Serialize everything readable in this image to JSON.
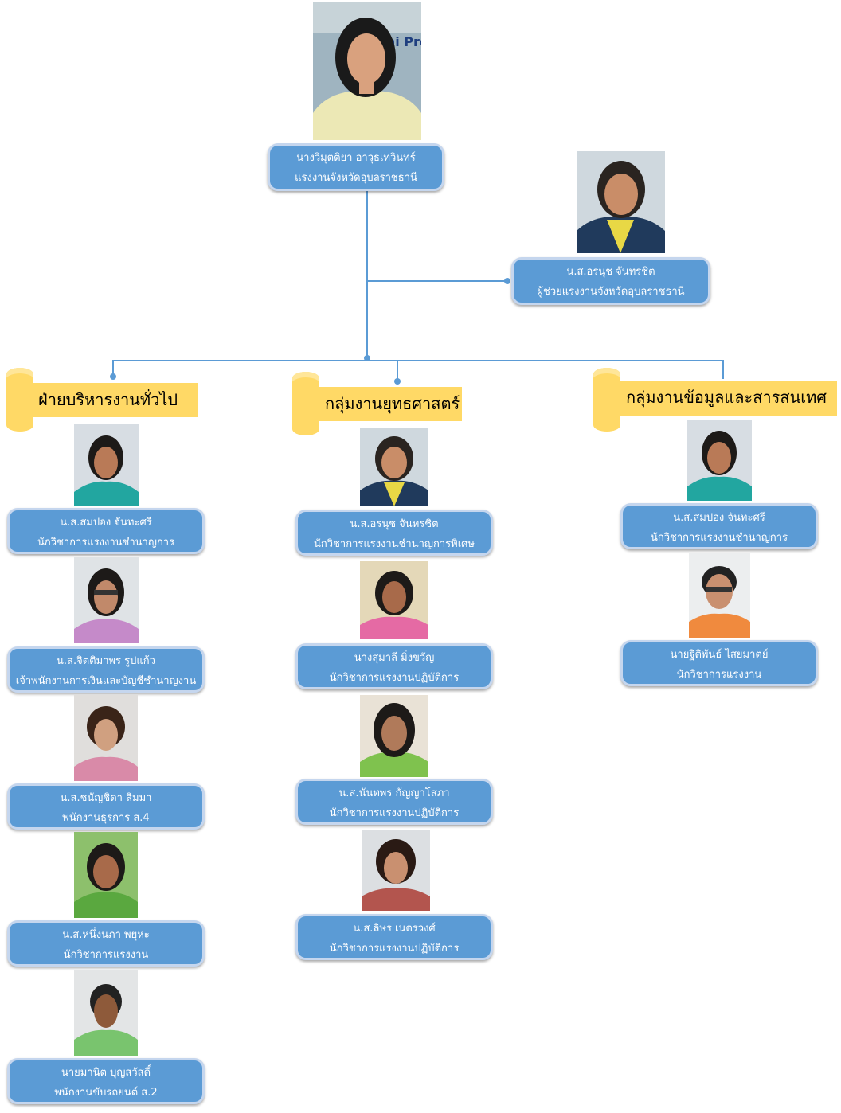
{
  "colors": {
    "card": "#5b9bd5",
    "card_border": "#c5d6ee",
    "banner": "#ffd966",
    "line": "#5b9bd5"
  },
  "top": {
    "name": "นางวิมุตติยา อาวุธเทวินทร์",
    "title": "แรงงานจังหวัดอุบลราชธานี",
    "photo_text": "thani Pro"
  },
  "assistant": {
    "name": "น.ส.อรนุช  จันทรชิต",
    "title": "ผู้ช่วยแรงงานจังหวัดอุบลราชธานี"
  },
  "groups": [
    {
      "label": "ฝ่ายบริหารงานทั่วไป",
      "members": [
        {
          "name": "น.ส.สมปอง  จันทะศรี",
          "title": "นักวิชาการแรงงานชำนาญการ"
        },
        {
          "name": "น.ส.จิตติมาพร  รูปแก้ว",
          "title": "เจ้าพนักงานการเงินและบัญชีชำนาญงาน"
        },
        {
          "name": "น.ส.ชนัญชิดา  สิมมา",
          "title": "พนักงานธุรการ ส.4"
        },
        {
          "name": "น.ส.หนึ่งนภา  พยุหะ",
          "title": "นักวิชาการแรงงาน"
        },
        {
          "name": "นายมานิต บุญสวัสดิ์",
          "title": "พนักงานขับรถยนต์ ส.2"
        }
      ]
    },
    {
      "label": "กลุ่มงานยุทธศาสตร์",
      "members": [
        {
          "name": "น.ส.อรนุช  จันทรชิต",
          "title": "นักวิชาการแรงงานชำนาญการพิเศษ"
        },
        {
          "name": "นางสุมาลี  มิ่งขวัญ",
          "title": "นักวิชาการแรงงานปฏิบัติการ"
        },
        {
          "name": "น.ส.นันทพร  กัญญาโสภา",
          "title": "นักวิชาการแรงงานปฏิบัติการ"
        },
        {
          "name": "น.ส.ลิษร  เนตรวงศ์",
          "title": "นักวิชาการแรงงานปฏิบัติการ"
        }
      ]
    },
    {
      "label": "กลุ่มงานข้อมูลและสารสนเทศ",
      "members": [
        {
          "name": "น.ส.สมปอง  จันทะศรี",
          "title": "นักวิชาการแรงงานชำนาญการ"
        },
        {
          "name": "นายฐิติพันธ์  ไสยมาตย์",
          "title": "นักวิชาการแรงงาน"
        }
      ]
    }
  ]
}
